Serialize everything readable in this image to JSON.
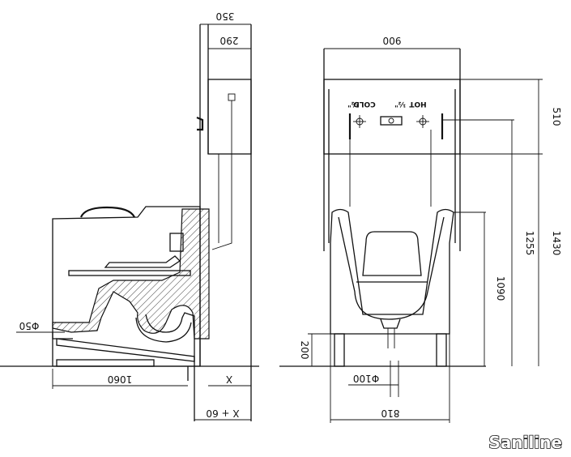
{
  "side_view": {
    "dims": {
      "d350": "350",
      "d290": "290",
      "d1060": "1060",
      "dX": "X",
      "dX60": "X + 60",
      "dPhi50": "Φ50"
    }
  },
  "front_view": {
    "dims": {
      "d900": "900",
      "d510": "510",
      "d1430": "1430",
      "d1255": "1255",
      "d1090": "1090",
      "d200": "200",
      "dPhi100": "Φ100",
      "d810": "810"
    },
    "labels": {
      "hot": "HOT",
      "cold": "COLD",
      "frac": "½\""
    }
  },
  "brand": "Saniline",
  "colors": {
    "line": "#111111",
    "background": "#ffffff"
  }
}
